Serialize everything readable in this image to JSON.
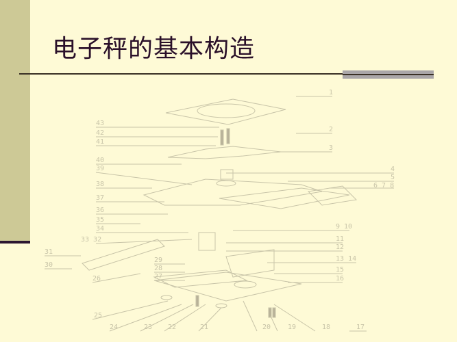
{
  "slide": {
    "title": "电子秤的基本构造",
    "colors": {
      "background": "#fefad6",
      "sidebar": "#cdc996",
      "title_text": "#2a1029",
      "rule": "#3a3025",
      "rule_accent": "#aaa6a8",
      "drawing_lines": "#c8c4a8"
    }
  },
  "diagram": {
    "description": "Exploded view of an electronic scale with numbered part callouts",
    "labels_left": [
      "43",
      "42",
      "41",
      "40",
      "39",
      "38",
      "37",
      "36",
      "35",
      "34",
      "33 32",
      "31",
      "30",
      "29",
      "28",
      "27",
      "26",
      "25",
      "24",
      "23",
      "22",
      "21"
    ],
    "labels_right": [
      "1",
      "2",
      "3",
      "4",
      "5",
      "6 7 8",
      "9 10",
      "11",
      "12",
      "13 14",
      "15",
      "16"
    ],
    "labels_bottom": [
      "20",
      "19",
      "18",
      "17"
    ]
  }
}
